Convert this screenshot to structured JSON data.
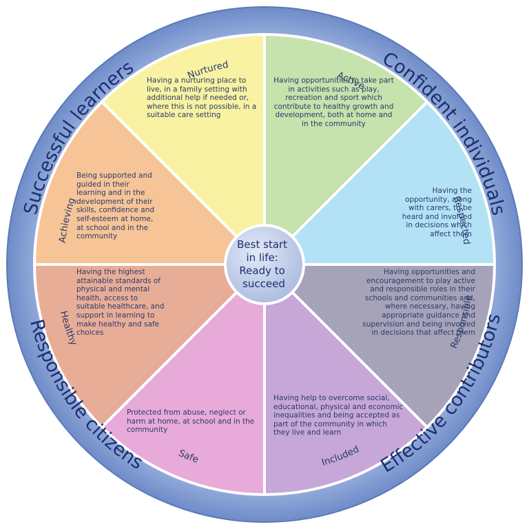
{
  "center": {
    "lines": [
      "Best start",
      "in life:",
      "Ready to",
      "succeed"
    ]
  },
  "outer": [
    {
      "label": "Successful learners"
    },
    {
      "label": "Confident individuals"
    },
    {
      "label": "Effective contributors"
    },
    {
      "label": "Responsible citizens"
    }
  ],
  "segments": [
    {
      "id": "nurtured",
      "label": "Nurtured",
      "color": "#c6e2ad",
      "text": "Having a nurturing place to live, in a family setting with additional help if needed or, where this is not possible, in a suitable care setting"
    },
    {
      "id": "active",
      "label": "Active",
      "color": "#b3e2f6",
      "text": "Having opportunities to take part in activities such as play, recreation and sport which contribute to healthy growth and development, both at home and in the community"
    },
    {
      "id": "respected",
      "label": "Respected",
      "color": "#a6a3b9",
      "text": "Having the opportunity, along with carers, to be heard and involved in decisions which affect them"
    },
    {
      "id": "responsible",
      "label": "Responsible",
      "color": "#c7a6d8",
      "text": "Having opportunities and encouragement to play active and responsible roles in their schools and communities and, where necessary, having appropriate guidance and supervision and being involved in decisions that affect them"
    },
    {
      "id": "included",
      "label": "Included",
      "color": "#e8aad9",
      "text": "Having help to overcome social, educational, physical and economic inequalities and being accepted as part of the community in which they live and learn"
    },
    {
      "id": "safe",
      "label": "Safe",
      "color": "#e8ad97",
      "text": "Protected from abuse, neglect or harm at home, at school and in the community"
    },
    {
      "id": "healthy",
      "label": "Healthy",
      "color": "#f6c497",
      "text": "Having the highest attainable standards of physical and mental health, access to suitable healthcare, and support in learning to make healthy and safe choices"
    },
    {
      "id": "achieving",
      "label": "Achieving",
      "color": "#f8f2a2",
      "text": "Being supported and guided in their learning and in the development of their skills, confidence and self-esteem at home, at school and in the community"
    }
  ],
  "colors": {
    "ring": "#7f9bd0",
    "ring_edge": "#4f6fb0",
    "center_fill": "#bccbe8",
    "divider": "#ffffff"
  }
}
